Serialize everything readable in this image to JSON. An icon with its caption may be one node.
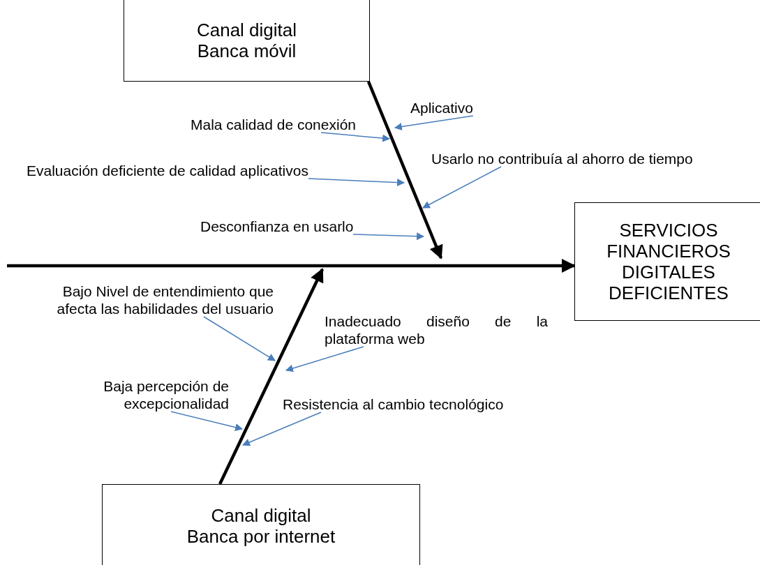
{
  "diagram": {
    "nodes": [
      {
        "text": [
          "Canal digital Banca móvil"
        ]
      },
      {
        "text": [
          "Canal digital Banca por internet"
        ]
      },
      {
        "text": [
          "SERVICIOS FINANCIEROS DIGITALES DEFICIENTES"
        ]
      },
      {
        "text": [
          "Aplicativo"
        ]
      },
      {
        "text": [
          "Mala calidad de conexión"
        ]
      },
      {
        "text": [
          "Usarlo no contribuía al ahorro de tiempo"
        ]
      },
      {
        "text": [
          "Evaluación deficiente de calidad aplicativos"
        ]
      },
      {
        "text": [
          "Desconfianza en usarlo"
        ]
      },
      {
        "text": [
          "Bajo Nivel de entendimiento que afecta las habilidades del usuario"
        ]
      },
      {
        "text": [
          "Inadecuado diseño de la plataforma web"
        ]
      },
      {
        "text": [
          "Baja percepción de excepcionalidad"
        ]
      },
      {
        "text": [
          "Resistencia al cambio tecnológico"
        ]
      }
    ],
    "edges": [
      {
        "from": null,
        "to": 2,
        "arrow": "to",
        "style": "thick",
        "color": "#000000"
      },
      {
        "from": 0,
        "to": null,
        "arrow": "to",
        "style": "thick",
        "color": "#000000"
      },
      {
        "from": 1,
        "to": null,
        "arrow": "to",
        "style": "thick",
        "color": "#000000"
      },
      {
        "from": 3,
        "to": null,
        "arrow": "to"
      },
      {
        "from": 4,
        "to": null,
        "arrow": "to"
      },
      {
        "from": 5,
        "to": null,
        "arrow": "to"
      },
      {
        "from": 6,
        "to": null,
        "arrow": "to"
      },
      {
        "from": 7,
        "to": null,
        "arrow": "to"
      },
      {
        "from": 8,
        "to": null,
        "arrow": "to"
      },
      {
        "from": 9,
        "to": null,
        "arrow": "to"
      },
      {
        "from": 10,
        "to": null,
        "arrow": "to"
      },
      {
        "from": 11,
        "to": null,
        "arrow": "to"
      }
    ]
  }
}
